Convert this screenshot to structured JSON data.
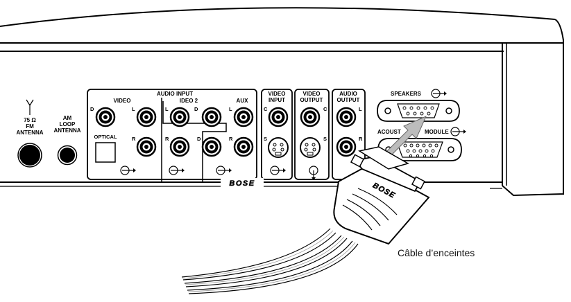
{
  "antenna": {
    "fm_ohm": "75 Ω",
    "fm_line1": "FM",
    "fm_line2": "ANTENNA",
    "am_line1": "AM",
    "am_line2": "LOOP",
    "am_line3": "ANTENNA"
  },
  "audio_input": {
    "header": "AUDIO INPUT",
    "video": "VIDEO",
    "video2": "IDEO 2",
    "aux": "AUX",
    "optical": "OPTICAL",
    "ch_d": "D",
    "ch_l": "L",
    "ch_r": "R"
  },
  "video_input": {
    "line1": "VIDEO",
    "line2": "INPUT",
    "ch_c": "C",
    "ch_s": "S"
  },
  "video_output": {
    "line1": "VIDEO",
    "line2": "OUTPUT",
    "ch_c": "C",
    "ch_s": "S"
  },
  "audio_output": {
    "line1": "AUDIO",
    "line2": "OUTPUT",
    "ch_l": "L",
    "ch_r": "R"
  },
  "speakers_label": "SPEAKERS",
  "acoustimass_label": "ACOUST",
  "acoustimass_label_tail": "MODULE",
  "brand": "BOSE",
  "cable_caption": "Câble d’enceintes",
  "icons": [
    "antenna-icon",
    "output-arrow-icon",
    "input-arrow-icon",
    "speaker-cable-plug-icon"
  ]
}
